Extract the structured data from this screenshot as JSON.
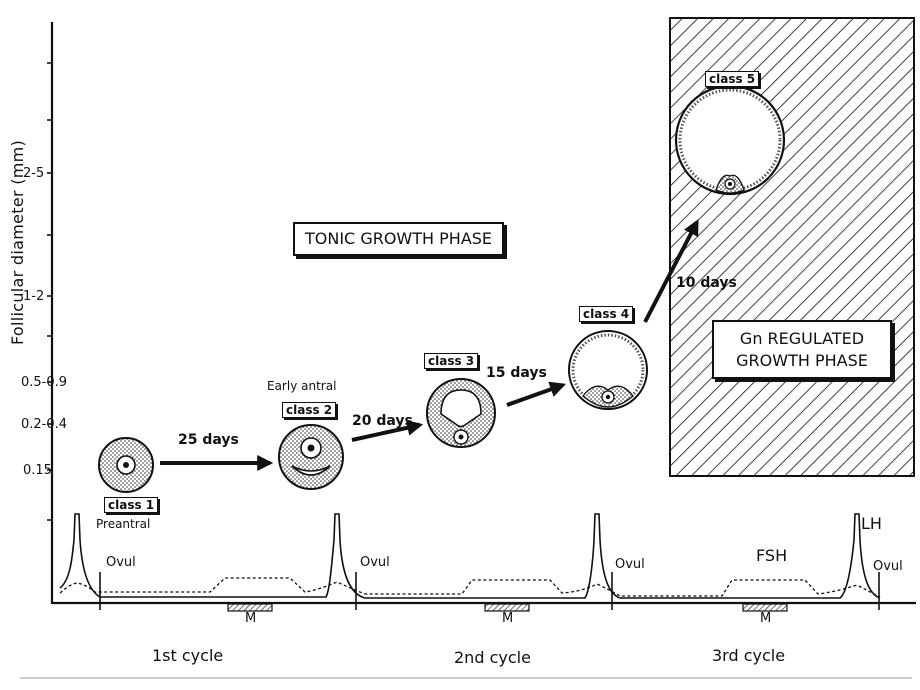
{
  "y_axis": {
    "label": "Follicular diameter (mm)",
    "ticks": [
      "2-5",
      "1-2",
      "0.5-0.9",
      "0.2-0.4",
      "0.15"
    ]
  },
  "phases": {
    "tonic": "TONIC GROWTH PHASE",
    "gn_line1": "Gn REGULATED",
    "gn_line2": "GROWTH PHASE"
  },
  "classes": {
    "c1": "class 1",
    "c2": "class 2",
    "c3": "class 3",
    "c4": "class 4",
    "c5": "class 5"
  },
  "stage_labels": {
    "preantral": "Preantral",
    "early_antral": "Early antral"
  },
  "durations": {
    "d1": "25 days",
    "d2": "20 days",
    "d3": "15 days",
    "d4": "10 days"
  },
  "hormones": {
    "ovul": "Ovul",
    "fsh": "FSH",
    "lh": "LH",
    "menses": "M"
  },
  "cycles": [
    "1st cycle",
    "2nd cycle",
    "3rd cycle"
  ]
}
